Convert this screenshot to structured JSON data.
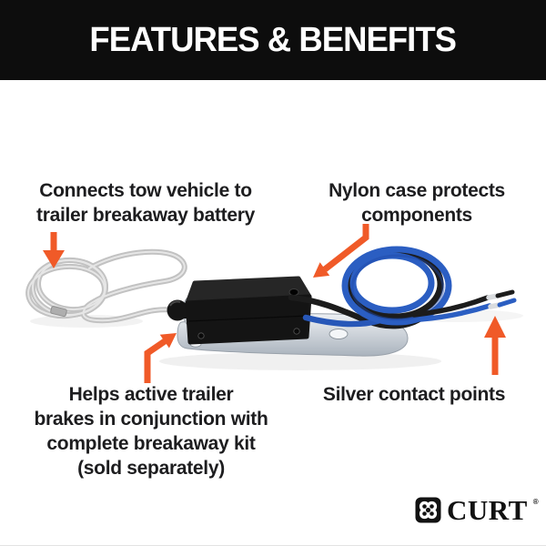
{
  "header": {
    "title": "FEATURES & BENEFITS",
    "bg_color": "#0D0D0D",
    "text_color": "#FFFFFF"
  },
  "callouts": [
    {
      "lines": [
        "Connects tow vehicle to",
        "trailer breakaway battery"
      ],
      "arrow_direction": "down",
      "points_to": "steel-lanyard-cable"
    },
    {
      "lines": [
        "Nylon case protects",
        "components"
      ],
      "arrow_direction": "down-left",
      "points_to": "nylon-case"
    },
    {
      "lines": [
        "Helps active trailer",
        "brakes in conjunction with",
        "complete breakaway kit",
        "(sold separately)"
      ],
      "arrow_direction": "up-right",
      "points_to": "breakaway-switch-case"
    },
    {
      "lines": [
        "Silver contact points"
      ],
      "arrow_direction": "up",
      "points_to": "wire-contact-tips"
    }
  ],
  "product": {
    "description": "trailer breakaway switch with coiled steel lanyard cable, black nylon case on silver mounting bracket, coiled blue and black wires with silver contact tips"
  },
  "logo": {
    "wordmark": "CURT",
    "registered_mark": "®",
    "icon": "curt-clover-icon"
  },
  "colors": {
    "arrow_orange": "#F05A28",
    "wire_blue": "#2B5EC2",
    "wire_black": "#1C1C1C",
    "cable_silver": "#C2C2C2",
    "bracket_silver": "#C6CDD4",
    "case_black": "#141414",
    "text": "#1D1D1F"
  }
}
